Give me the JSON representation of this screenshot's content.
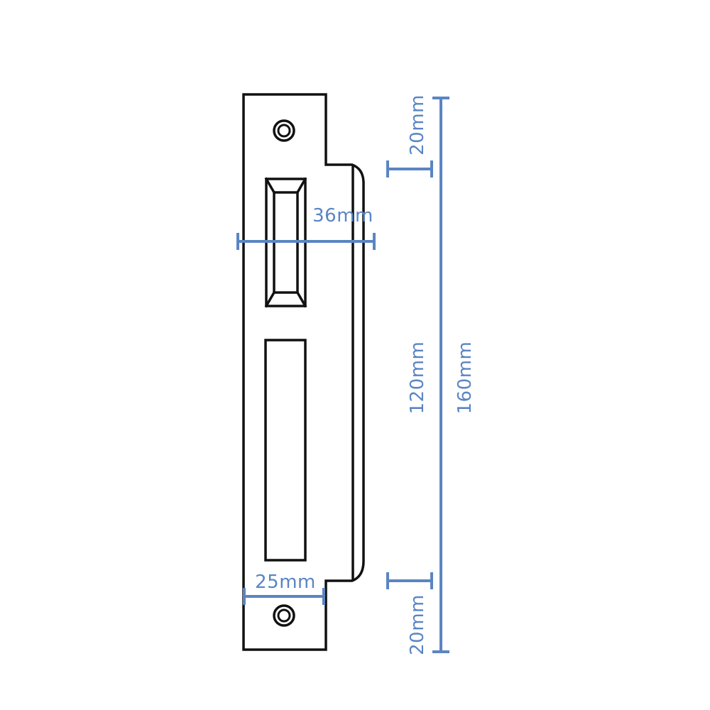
{
  "diagram": {
    "dimensions": {
      "width_faceplate": "36mm",
      "width_body": "25mm",
      "top_offset": "20mm",
      "bottom_offset": "20mm",
      "center_length": "120mm",
      "total_length": "160mm"
    },
    "colors": {
      "outline": "#111111",
      "dimension": "#5a85c3",
      "background": "#ffffff"
    }
  }
}
